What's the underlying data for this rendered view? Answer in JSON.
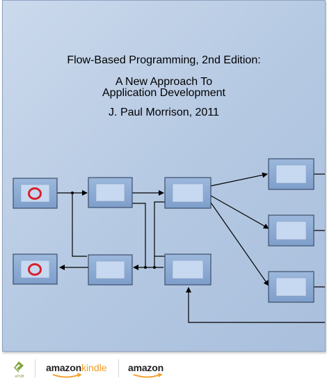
{
  "cover": {
    "title_line1": "Flow-Based Programming, 2nd Edition:",
    "title_line2": "A New Approach To",
    "title_line3": "Application Development",
    "author_line": "J. Paul Morrison, 2011",
    "background_color": "#b9cbe3",
    "box_fill_color": "#8fadd4",
    "box_inner_color": "#c3d5ee",
    "circle_color": "#d8222a"
  },
  "stores": {
    "epub_label": "ePUB",
    "kindle_brand": "amazon",
    "kindle_suffix": "kindle",
    "amazon_brand": "amazon",
    "epub_color": "#7fa63c",
    "kindle_color": "#f39b22"
  }
}
